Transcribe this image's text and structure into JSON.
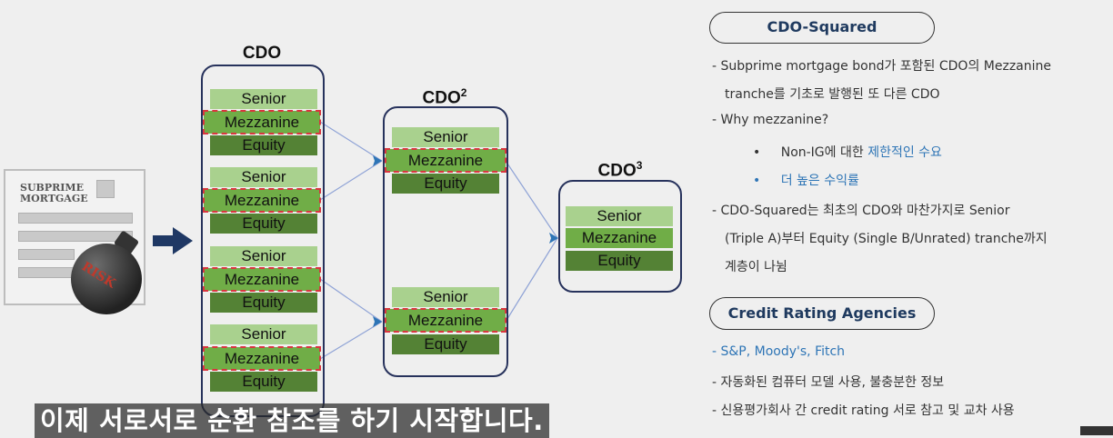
{
  "left_graphic": {
    "doc_title_line1": "SUBPRIME",
    "doc_title_line2": "MORTGAGE",
    "bomb_label": "RISK"
  },
  "tranche_labels": {
    "senior": "Senior",
    "mezzanine": "Mezzanine",
    "equity": "Equity"
  },
  "cdo": {
    "title": "CDO"
  },
  "cdo2": {
    "title": "CDO",
    "sup": "2"
  },
  "cdo3": {
    "title": "CDO",
    "sup": "3"
  },
  "colors": {
    "senior": "#a9d18e",
    "mezzanine": "#70ad47",
    "equity": "#548235",
    "box_border": "#27325c",
    "dash": "#d9363e",
    "arrow": "#1f3864",
    "accent_blue": "#2e75b6"
  },
  "right_panel": {
    "section1_title": "CDO-Squared",
    "s1_line1": "- Subprime mortgage bond가 포함된 CDO의 Mezzanine",
    "s1_line2": "tranche를 기초로 발행된 또 다른 CDO",
    "s1_line3": "- Why mezzanine?",
    "s1_sub1_bullet": "•",
    "s1_sub1_prefix": "Non-IG에 대한 ",
    "s1_sub1_highlight": "제한적인 수요",
    "s1_sub2_bullet": "•",
    "s1_sub2_text": "더 높은 수익률",
    "s1_line4": "- CDO-Squared는 최초의 CDO와 마찬가지로 Senior",
    "s1_line5": "(Triple A)부터 Equity (Single B/Unrated) tranche까지",
    "s1_line6": "계층이 나뉨",
    "section2_title": "Credit Rating Agencies",
    "s2_line1": "- S&P, Moody's, Fitch",
    "s2_line2": "- 자동화된 컴퓨터 모델 사용, 불충분한 정보",
    "s2_line3": "- 신용평가회사 간 credit rating 서로 참고 및 교차 사용"
  },
  "caption": "이제 서로서로 순환 참조를 하기 시작합니다."
}
